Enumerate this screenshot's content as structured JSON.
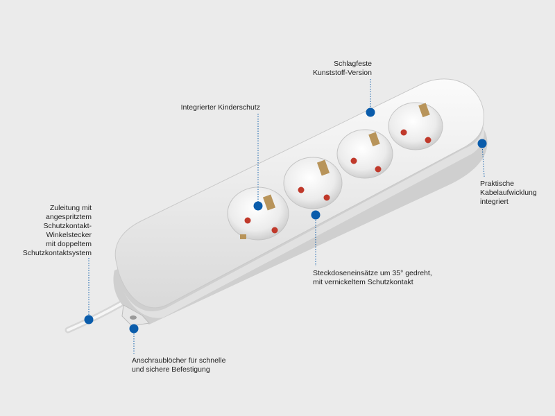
{
  "image": {
    "subject": "power-strip",
    "accent_color": "#0a5cab",
    "product_color": "#f2f2f2"
  },
  "callouts": {
    "housing": {
      "lines": [
        "Schlagfeste",
        "Kunststoff-Version"
      ]
    },
    "child_protection": {
      "lines": [
        "Integrierter Kinderschutz"
      ]
    },
    "cable_winding": {
      "lines": [
        "Praktische",
        "Kabelaufwicklung",
        "integriert"
      ]
    },
    "supply_line": {
      "lines": [
        "Zuleitung mit",
        "angespritztem",
        "Schutzkontakt-",
        "Winkelstecker",
        "mit doppeltem",
        "Schutzkontaktsystem"
      ]
    },
    "socket_inserts": {
      "lines": [
        "Steckdoseneinsätze um 35° gedreht,",
        "mit vernickeltem Schutzkontakt"
      ]
    },
    "mounting_holes": {
      "lines": [
        "Anschraublöcher für schnelle",
        "und sichere Befestigung"
      ]
    }
  }
}
